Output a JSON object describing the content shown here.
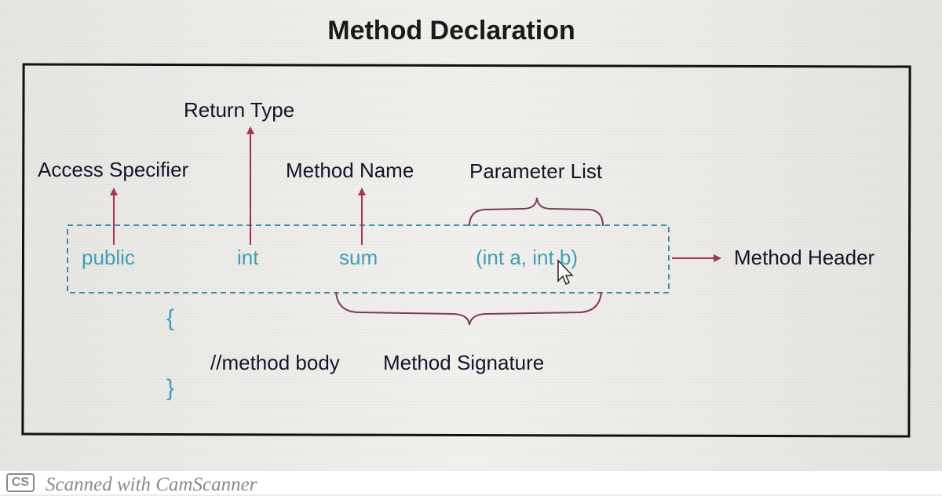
{
  "title": "Method Declaration",
  "labels": {
    "return_type": "Return Type",
    "access_specifier": "Access Specifier",
    "method_name": "Method Name",
    "parameter_list": "Parameter List",
    "method_header": "Method Header",
    "method_body": "//method body",
    "method_signature": "Method Signature"
  },
  "code": {
    "access": "public",
    "type": "int",
    "name": "sum",
    "params": "(int a, int b)",
    "open_brace": "{",
    "close_brace": "}"
  },
  "watermark": {
    "logo": "CS",
    "text": "Scanned with CamScanner"
  },
  "colors": {
    "arrow": "#a2335a",
    "code": "#3f9fb6",
    "label": "#14142b",
    "brace": "#7a3a5e",
    "dashed_box": "#3f8fa8"
  }
}
